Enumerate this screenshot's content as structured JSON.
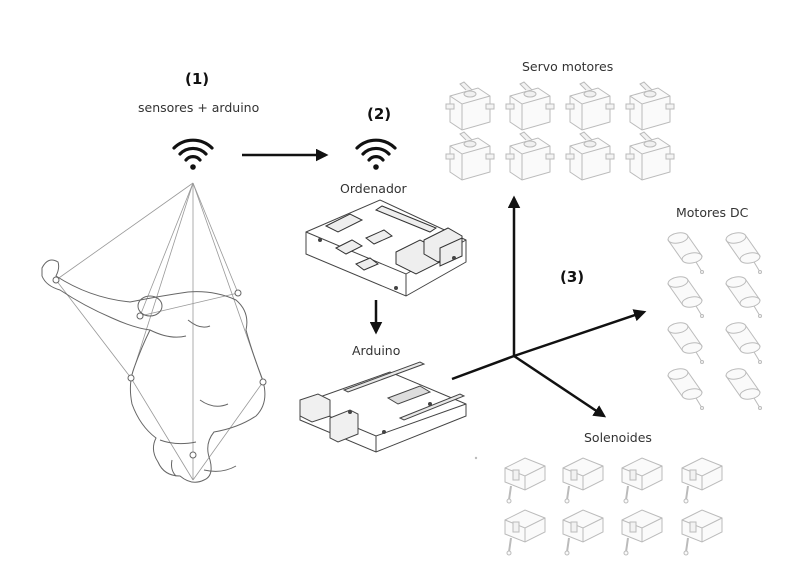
{
  "steps": [
    {
      "number": "(1)",
      "caption": "sensores + arduino"
    },
    {
      "number": "(2)",
      "caption": "Ordenador"
    },
    {
      "number": "(3)"
    }
  ],
  "arduino_label": "Arduino",
  "outputs": {
    "servo": "Servo motores",
    "dc": "Motores DC",
    "solenoid": "Solenoides"
  },
  "icons": [
    "wifi-icon",
    "raspberry-pi-board",
    "arduino-board",
    "servo-motor-icon",
    "dc-motor-icon",
    "solenoid-icon",
    "dancer-figure"
  ]
}
